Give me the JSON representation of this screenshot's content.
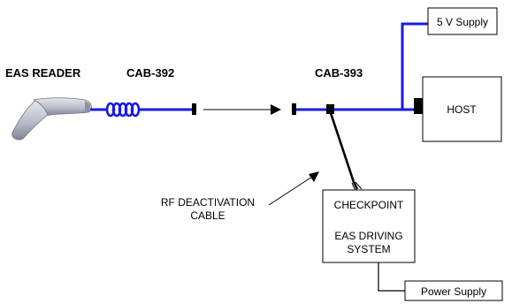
{
  "labels": {
    "reader": "EAS READER",
    "cable_reader": "CAB-392",
    "cable_host": "CAB-393",
    "host": "HOST",
    "supply_5v": "5 V Supply",
    "checkpoint": "CHECKPOINT",
    "eas_driving_line1": "EAS DRIVING",
    "eas_driving_line2": "SYSTEM",
    "power_supply": "Power Supply",
    "rf_cable_line1": "RF DEACTIVATION",
    "rf_cable_line2": "CABLE"
  },
  "colors": {
    "cable": "#1a1ae6",
    "cable_dark": "#0a0a80",
    "box_stroke": "#000000",
    "scanner_body": "#c9ccd6",
    "scanner_shadow": "#8d93a3"
  },
  "icons": {
    "reader": "barcode-scanner-icon"
  }
}
